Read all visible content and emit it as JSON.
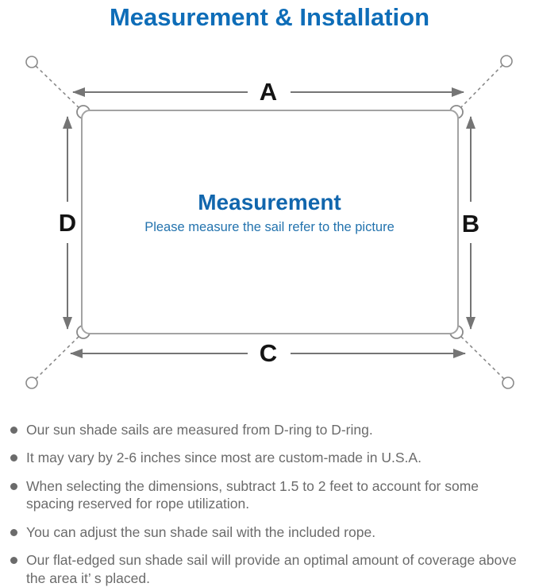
{
  "title": "Measurement & Installation",
  "diagram": {
    "heading": "Measurement",
    "subtitle": "Please measure the sail refer to the picture",
    "labels": {
      "top": "A",
      "right": "B",
      "bottom": "C",
      "left": "D"
    },
    "colors": {
      "accent_blue": "#0e6db8",
      "heading_blue": "#1166ad",
      "line_gray": "#8a8a8a",
      "arrow_gray": "#757575",
      "label_black": "#141414",
      "note_gray": "#6b6b6b"
    }
  },
  "notes": [
    "Our sun shade sails are measured from D-ring to D-ring.",
    "It may vary by 2-6 inches since most are custom-made in U.S.A.",
    "When selecting the dimensions, subtract 1.5 to 2 feet to account for some spacing reserved for rope utilization.",
    "You can adjust the sun shade sail with the included rope.",
    "Our flat-edged sun shade sail will provide an optimal amount of coverage above the area it’ s placed."
  ]
}
